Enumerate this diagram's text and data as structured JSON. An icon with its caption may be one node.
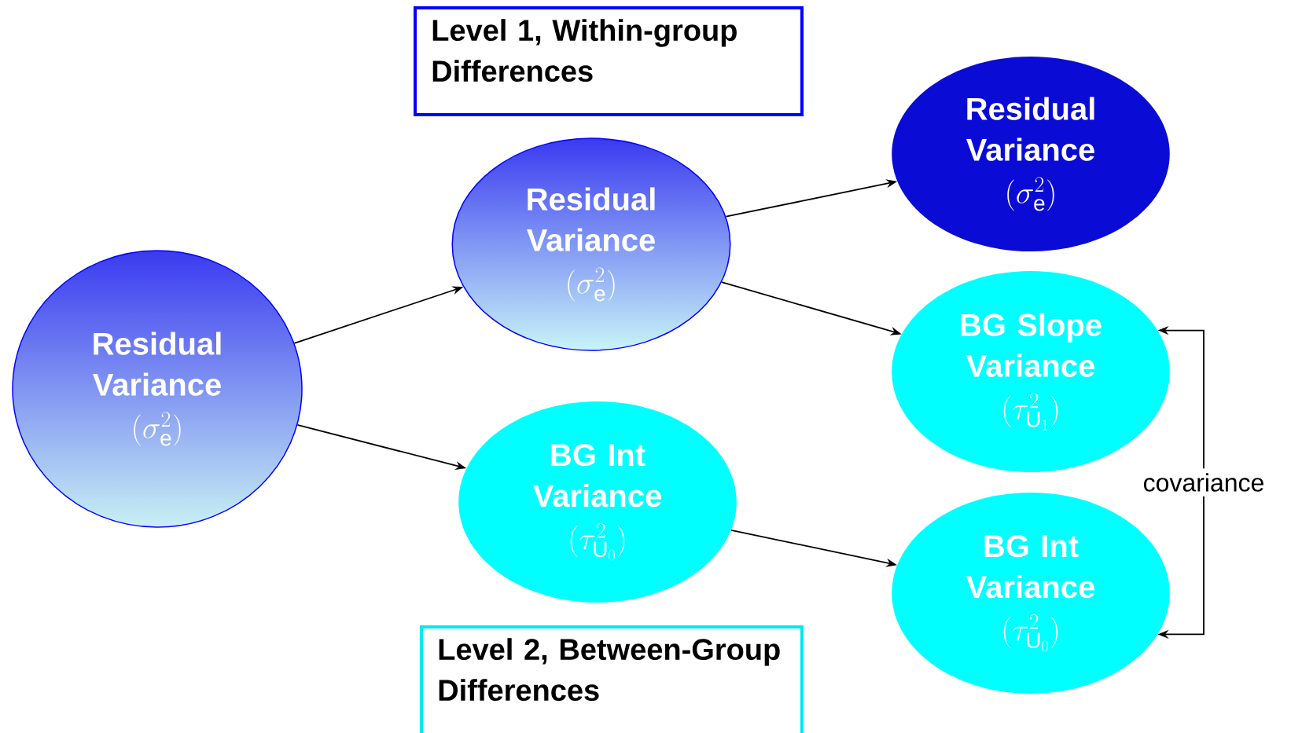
{
  "diagram": {
    "nodes": [
      {
        "text": [
          "Level 1, Within-group Differences"
        ]
      },
      {
        "text": [
          "Residual Variance",
          "(\\sigma_{\\mathrm{e}}^{2})"
        ]
      },
      {
        "text": [
          "Residual Variance",
          "(\\sigma_{\\mathrm{e}}^{2})"
        ]
      },
      {
        "text": [
          "Residual Variance",
          "(\\sigma_{\\mathrm{e}}^{2})"
        ]
      },
      {
        "text": [
          "BG Slope Variance",
          "(\\tau_{\\mathrm{U}_{1}}^{2})"
        ]
      },
      {
        "text": [
          "BG Int Variance",
          "(\\tau_{\\mathrm{U}_{0}}^{2})"
        ]
      },
      {
        "text": [
          "BG Int Variance",
          "(\\tau_{\\mathrm{U}_{0}}^{2})"
        ]
      },
      {
        "text": [
          "Level 2, Between-Group Differences"
        ]
      }
    ],
    "edges": [
      {
        "from": 3,
        "to": 2,
        "arrow": "to"
      },
      {
        "from": 3,
        "to": 5,
        "arrow": "to"
      },
      {
        "from": 2,
        "to": 1,
        "arrow": "to"
      },
      {
        "from": 2,
        "to": 4,
        "arrow": "to"
      },
      {
        "from": 5,
        "to": 6,
        "arrow": "to"
      },
      {
        "from": 4,
        "to": 6,
        "arrow": "both",
        "label": "covariance"
      }
    ]
  }
}
